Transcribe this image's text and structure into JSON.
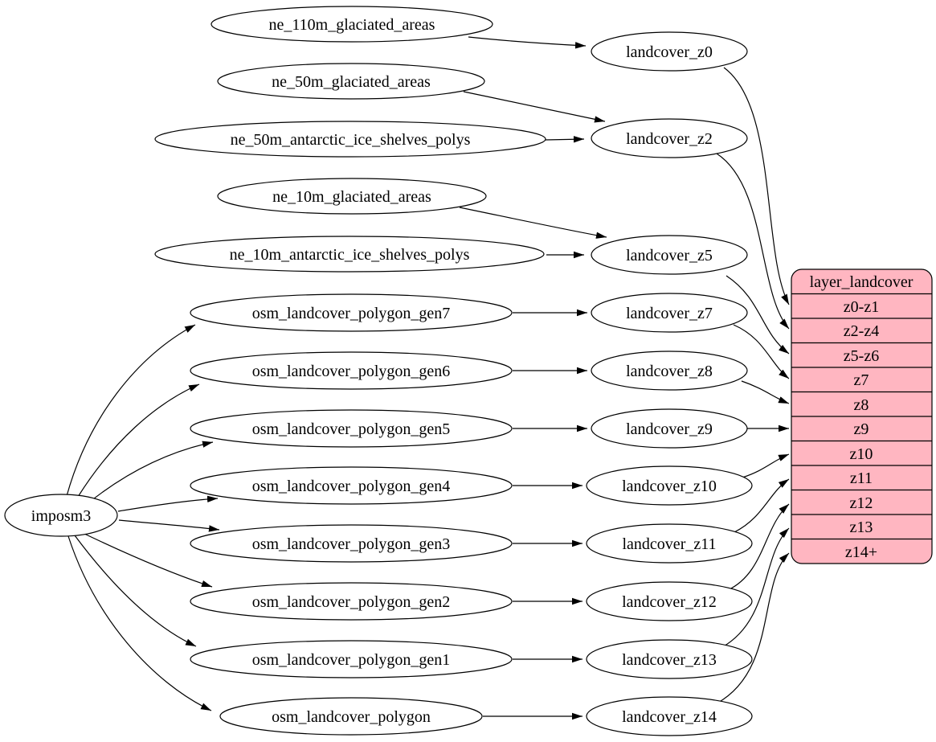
{
  "diagram": {
    "type": "dependency-graph",
    "colors": {
      "background": "#ffffff",
      "node_fill": "#ffffff",
      "node_stroke": "#000000",
      "edge": "#000000",
      "record_fill": "#ffb6c1"
    },
    "nodes": {
      "imposm3": {
        "label": "imposm3"
      },
      "ne_110m_glaciated_areas": {
        "label": "ne_110m_glaciated_areas"
      },
      "ne_50m_glaciated_areas": {
        "label": "ne_50m_glaciated_areas"
      },
      "ne_50m_antarctic_ice_shelves_polys": {
        "label": "ne_50m_antarctic_ice_shelves_polys"
      },
      "ne_10m_glaciated_areas": {
        "label": "ne_10m_glaciated_areas"
      },
      "ne_10m_antarctic_ice_shelves_polys": {
        "label": "ne_10m_antarctic_ice_shelves_polys"
      },
      "osm_landcover_polygon_gen7": {
        "label": "osm_landcover_polygon_gen7"
      },
      "osm_landcover_polygon_gen6": {
        "label": "osm_landcover_polygon_gen6"
      },
      "osm_landcover_polygon_gen5": {
        "label": "osm_landcover_polygon_gen5"
      },
      "osm_landcover_polygon_gen4": {
        "label": "osm_landcover_polygon_gen4"
      },
      "osm_landcover_polygon_gen3": {
        "label": "osm_landcover_polygon_gen3"
      },
      "osm_landcover_polygon_gen2": {
        "label": "osm_landcover_polygon_gen2"
      },
      "osm_landcover_polygon_gen1": {
        "label": "osm_landcover_polygon_gen1"
      },
      "osm_landcover_polygon": {
        "label": "osm_landcover_polygon"
      },
      "landcover_z0": {
        "label": "landcover_z0"
      },
      "landcover_z2": {
        "label": "landcover_z2"
      },
      "landcover_z5": {
        "label": "landcover_z5"
      },
      "landcover_z7": {
        "label": "landcover_z7"
      },
      "landcover_z8": {
        "label": "landcover_z8"
      },
      "landcover_z9": {
        "label": "landcover_z9"
      },
      "landcover_z10": {
        "label": "landcover_z10"
      },
      "landcover_z11": {
        "label": "landcover_z11"
      },
      "landcover_z12": {
        "label": "landcover_z12"
      },
      "landcover_z13": {
        "label": "landcover_z13"
      },
      "landcover_z14": {
        "label": "landcover_z14"
      }
    },
    "record": {
      "title": "layer_landcover",
      "rows": [
        "z0-z1",
        "z2-z4",
        "z5-z6",
        "z7",
        "z8",
        "z9",
        "z10",
        "z11",
        "z12",
        "z13",
        "z14+"
      ]
    },
    "edges": [
      [
        "ne_110m_glaciated_areas",
        "landcover_z0"
      ],
      [
        "ne_50m_glaciated_areas",
        "landcover_z2"
      ],
      [
        "ne_50m_antarctic_ice_shelves_polys",
        "landcover_z2"
      ],
      [
        "ne_10m_glaciated_areas",
        "landcover_z5"
      ],
      [
        "ne_10m_antarctic_ice_shelves_polys",
        "landcover_z5"
      ],
      [
        "imposm3",
        "osm_landcover_polygon_gen7"
      ],
      [
        "imposm3",
        "osm_landcover_polygon_gen6"
      ],
      [
        "imposm3",
        "osm_landcover_polygon_gen5"
      ],
      [
        "imposm3",
        "osm_landcover_polygon_gen4"
      ],
      [
        "imposm3",
        "osm_landcover_polygon_gen3"
      ],
      [
        "imposm3",
        "osm_landcover_polygon_gen2"
      ],
      [
        "imposm3",
        "osm_landcover_polygon_gen1"
      ],
      [
        "imposm3",
        "osm_landcover_polygon"
      ],
      [
        "osm_landcover_polygon_gen7",
        "landcover_z7"
      ],
      [
        "osm_landcover_polygon_gen6",
        "landcover_z8"
      ],
      [
        "osm_landcover_polygon_gen5",
        "landcover_z9"
      ],
      [
        "osm_landcover_polygon_gen4",
        "landcover_z10"
      ],
      [
        "osm_landcover_polygon_gen3",
        "landcover_z11"
      ],
      [
        "osm_landcover_polygon_gen2",
        "landcover_z12"
      ],
      [
        "osm_landcover_polygon_gen1",
        "landcover_z13"
      ],
      [
        "osm_landcover_polygon",
        "landcover_z14"
      ],
      [
        "landcover_z0",
        "layer_landcover.z0-z1"
      ],
      [
        "landcover_z2",
        "layer_landcover.z2-z4"
      ],
      [
        "landcover_z5",
        "layer_landcover.z5-z6"
      ],
      [
        "landcover_z7",
        "layer_landcover.z7"
      ],
      [
        "landcover_z8",
        "layer_landcover.z8"
      ],
      [
        "landcover_z9",
        "layer_landcover.z9"
      ],
      [
        "landcover_z10",
        "layer_landcover.z10"
      ],
      [
        "landcover_z11",
        "layer_landcover.z11"
      ],
      [
        "landcover_z12",
        "layer_landcover.z12"
      ],
      [
        "landcover_z13",
        "layer_landcover.z13"
      ],
      [
        "landcover_z14",
        "layer_landcover.z14+"
      ]
    ]
  }
}
